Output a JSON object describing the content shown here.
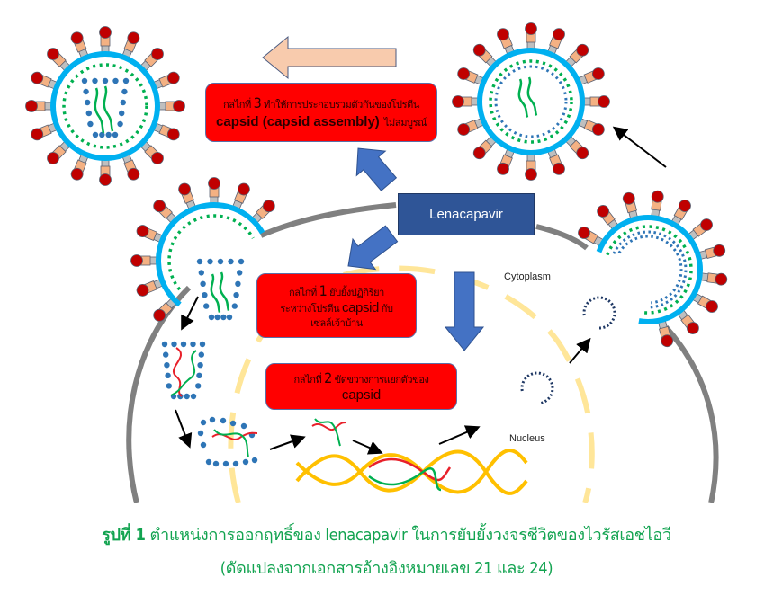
{
  "drug": {
    "name": "Lenacapavir"
  },
  "mechanisms": [
    {
      "id": 3,
      "prefix": "กลไกที่",
      "number": "3",
      "text_line1": "ทำให้การประกอบรวมตัวกันของโปรตีน",
      "text_line2_en": "capsid (capsid assembly)",
      "text_line2_th": "ไม่สมบูรณ์"
    },
    {
      "id": 1,
      "prefix": "กลไกที่",
      "number": "1",
      "text_line1": "ยับยั้งปฏิกิริยา",
      "text_line2_th": "ระหว่างโปรตีน",
      "text_line2_en": "capsid",
      "text_line2_th_end": "กับ",
      "text_line3": "เซลล์เจ้าบ้าน"
    },
    {
      "id": 2,
      "prefix": "กลไกที่",
      "number": "2",
      "text_line1": "ขัดขวางการแยกตัวของ",
      "text_line2_en": "capsid"
    }
  ],
  "labels": {
    "cytoplasm": "Cytoplasm",
    "nucleus": "Nucleus"
  },
  "caption": {
    "figure_label": "รูปที่ 1",
    "line1": "ตำแหน่งการออกฤทธิ์ของ lenacapavir ในการยับยั้งวงจรชีวิตของไวรัสเอชไอวี",
    "line2": "(ดัดแปลงจากเอกสารอ้างอิงหมายเลข 21 และ 24)"
  },
  "colors": {
    "envelope": "#00b0f0",
    "capsid_green": "#00b050",
    "capsid_blue": "#2e75b6",
    "mature_capsid": "#1f3864",
    "rna": "#00b050",
    "dna_red": "#e8202a",
    "host_dna": "#ffc000",
    "nuclear_membrane": "#ffe699",
    "cell_membrane": "#808080",
    "spike_head": "#c00000",
    "spike_body": "#f4b183",
    "spike_stem": "#bfbfbf",
    "mech_box": "#ff0000",
    "drug_box": "#2f5597",
    "drug_arrow": "#4472c4",
    "release_arrow": "#f8cbad",
    "caption": "#12a350"
  }
}
